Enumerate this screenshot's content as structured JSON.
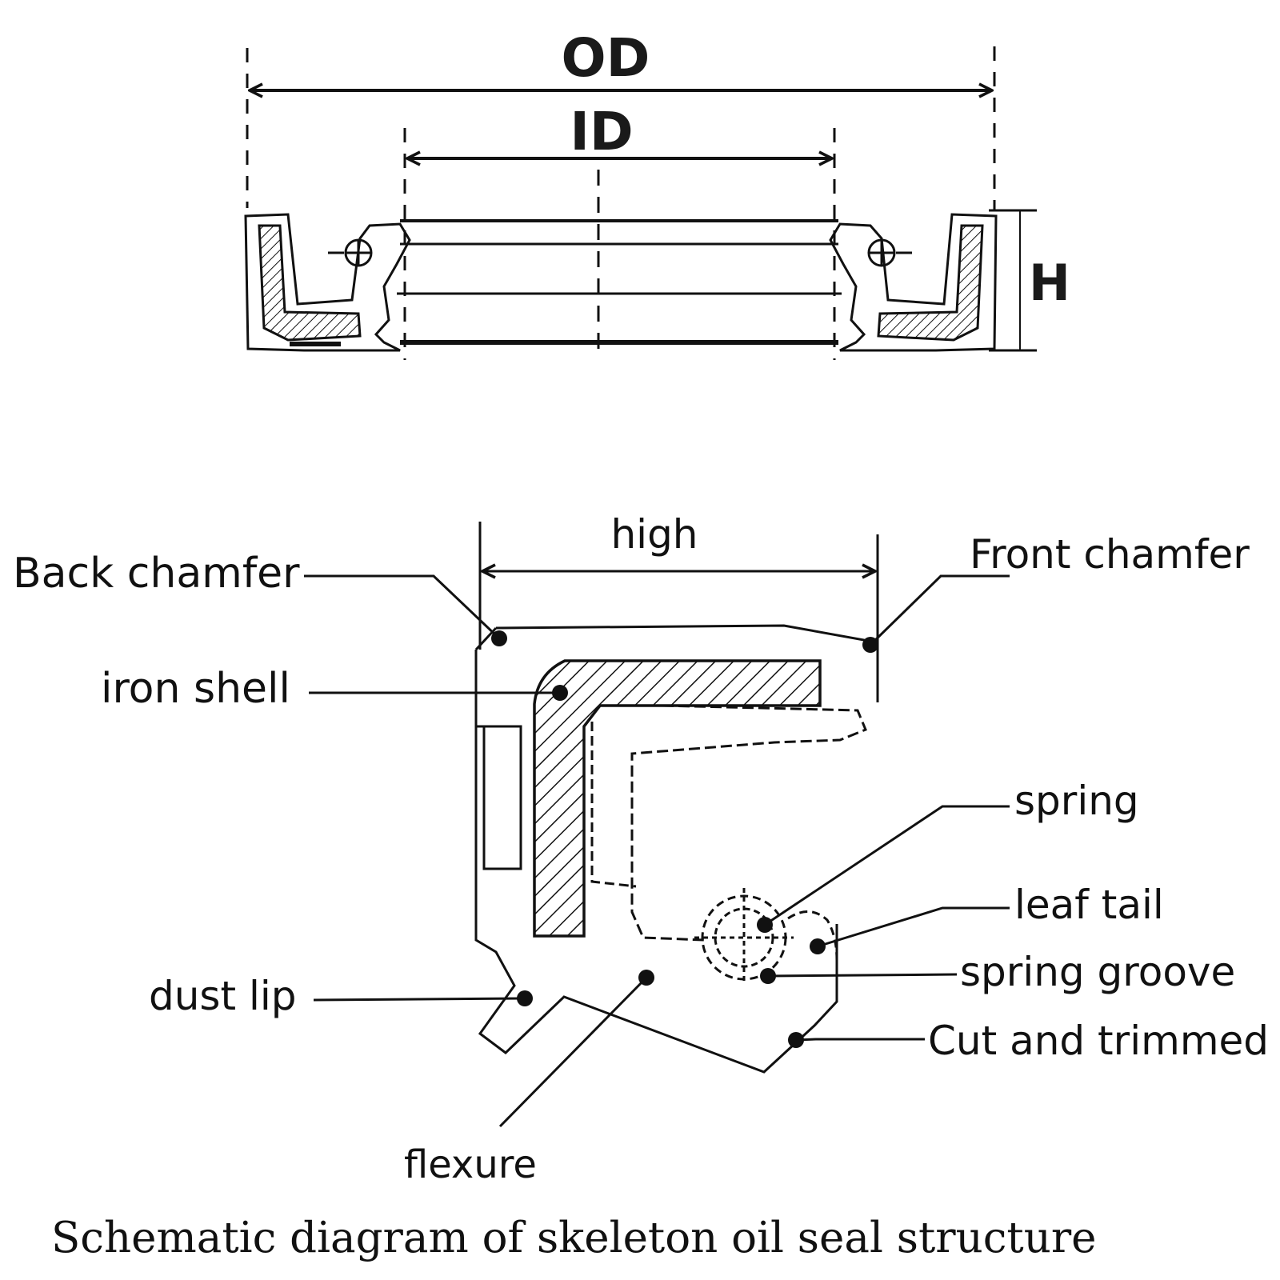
{
  "dimensions": {
    "od": "OD",
    "id": "ID",
    "h": "H",
    "high": "high"
  },
  "callouts": {
    "back_chamfer": "Back chamfer",
    "front_chamfer": "Front chamfer",
    "iron_shell": "iron shell",
    "spring": "spring",
    "leaf_tail": "leaf tail",
    "spring_groove": "spring groove",
    "dust_lip": "dust lip",
    "cut_and_trimmed": "Cut and trimmed",
    "flexure": "flexure"
  },
  "caption": "Schematic diagram of skeleton oil seal structure",
  "colors": {
    "ink": "#111111",
    "paper": "#ffffff"
  }
}
